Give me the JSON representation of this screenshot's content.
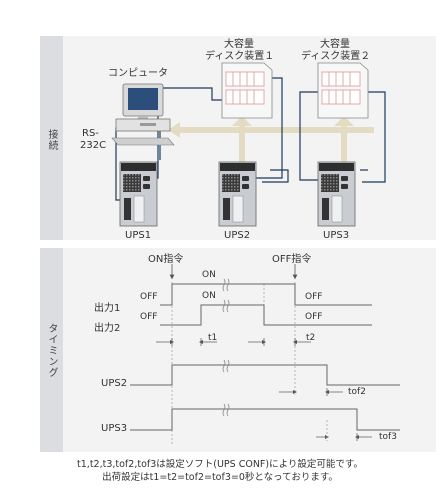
{
  "sections": {
    "connection": "接続",
    "timing": "タイミング"
  },
  "devices": {
    "computer": "コンピュータ",
    "rs232c_line1": "RS-",
    "rs232c_line2": "232C",
    "disk1_line1": "大容量",
    "disk1_line2": "ディスク装置１",
    "disk2_line1": "大容量",
    "disk2_line2": "ディスク装置２",
    "ups1": "UPS1",
    "ups2": "UPS2",
    "ups3": "UPS3"
  },
  "timing": {
    "on_command": "ON指令",
    "off_command": "OFF指令",
    "output1": "出力1",
    "output2": "出力2",
    "off": "OFF",
    "on": "ON",
    "t1": "t1",
    "t2": "t2",
    "ups2": "UPS2",
    "ups3": "UPS3",
    "tof2": "tof2",
    "tof3": "tof3"
  },
  "notes": {
    "line1": "t1,t2,t3,tof2,tof3は設定ソフト(UPS CONF)により設定可能です。",
    "line2": "出荷設定はt1=t2=tof2=tof3=0秒となっております。"
  },
  "colors": {
    "band": "#dcdde1",
    "panel": "#f3f3f3",
    "cable": "#1d3a5c",
    "arrow": "#e3dcc3",
    "disk_pink": "#e3a9a9"
  }
}
